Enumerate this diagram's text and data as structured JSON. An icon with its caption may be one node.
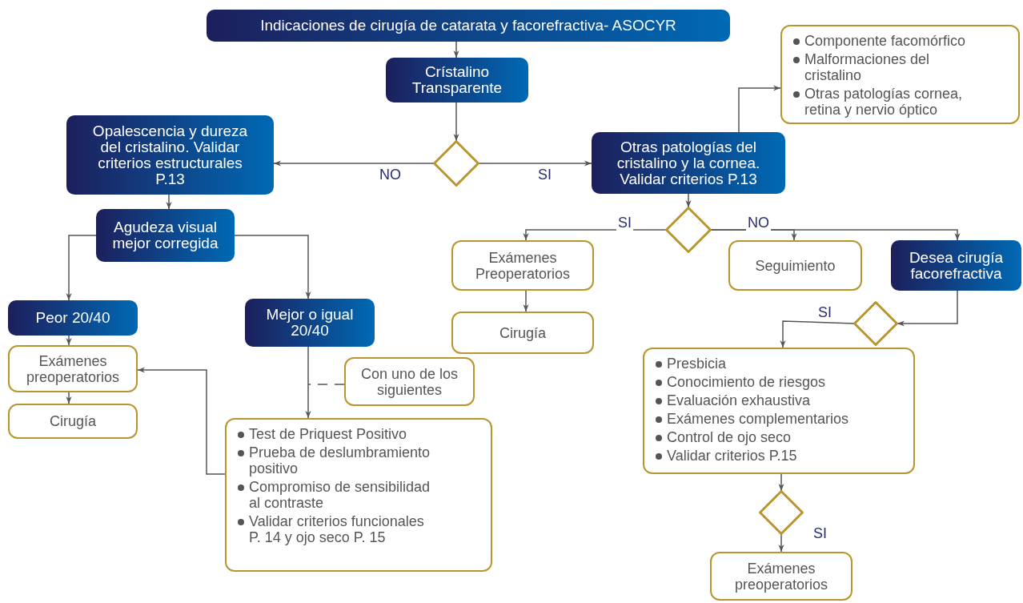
{
  "diagram": {
    "nodes": [
      {
        "text": [
          "Indicaciones de cirugía de catarata y facorefractiva- ASOCYR"
        ]
      },
      {
        "text": [
          "Crístalino Transparente"
        ]
      },
      {
        "text": [],
        "shape": "diamond"
      },
      {
        "text": [
          "Opalescencia y dureza del cristalino. Validar criterios estructurales P.13"
        ]
      },
      {
        "text": [
          "Otras patologías del cristalino y la cornea. Validar criterios P.13"
        ]
      },
      {
        "text": [
          "Componente facomórfico",
          "Malformaciones del cristalino",
          "Otras patologías cornea, retina y nervio óptico"
        ]
      },
      {
        "text": [
          "Agudeza visual mejor corregida"
        ]
      },
      {
        "text": [],
        "shape": "diamond"
      },
      {
        "text": [
          "Peor 20/40"
        ]
      },
      {
        "text": [
          "Mejor o igual 20/40"
        ]
      },
      {
        "text": [
          "Exámenes Preoperatorios"
        ]
      },
      {
        "text": [
          "Seguimiento"
        ]
      },
      {
        "text": [
          "Desea cirugía facorefractiva"
        ]
      },
      {
        "text": [
          "Exámenes preoperatorios"
        ]
      },
      {
        "text": [
          "Cirugía"
        ]
      },
      {
        "text": [
          "Con uno de los siguientes"
        ]
      },
      {
        "text": [
          "Test de Priquest Positivo",
          "Prueba de deslumbramiento positivo",
          "Compromiso de sensibilidad al contraste",
          "Validar criterios funcionales P. 14 y ojo seco P. 15"
        ]
      },
      {
        "text": [
          "Cirugía"
        ]
      },
      {
        "text": [],
        "shape": "diamond"
      },
      {
        "text": [
          "Presbicia",
          "Conocimiento de riesgos",
          "Evaluación exhaustiva",
          "Exámenes complementarios",
          "Control de ojo seco",
          "Validar criterios P.15"
        ]
      },
      {
        "text": [],
        "shape": "diamond"
      },
      {
        "text": [
          "Exámenes preoperatorios"
        ]
      }
    ],
    "edges": [
      {
        "from": 0,
        "to": 1,
        "arrow": "to"
      },
      {
        "from": 1,
        "to": 2,
        "arrow": "to"
      },
      {
        "from": 2,
        "to": 3,
        "arrow": "to",
        "label": "NO"
      },
      {
        "from": 2,
        "to": 4,
        "arrow": "to",
        "label": "SI"
      },
      {
        "from": 4,
        "to": 5,
        "arrow": "to"
      },
      {
        "from": 3,
        "to": 6,
        "arrow": "to"
      },
      {
        "from": 4,
        "to": 7,
        "arrow": "to"
      },
      {
        "from": 6,
        "to": 8,
        "arrow": "to"
      },
      {
        "from": 6,
        "to": 9,
        "arrow": "to"
      },
      {
        "from": 7,
        "to": 10,
        "arrow": "to",
        "label": "SI"
      },
      {
        "from": 7,
        "to": 11,
        "arrow": "to",
        "label": "NO"
      },
      {
        "from": 7,
        "to": 12,
        "arrow": "to"
      },
      {
        "from": 10,
        "to": 17,
        "arrow": "to"
      },
      {
        "from": 8,
        "to": 13,
        "arrow": "to"
      },
      {
        "from": 13,
        "to": 14,
        "arrow": "to"
      },
      {
        "from": 9,
        "to": 16,
        "arrow": "to"
      },
      {
        "from": 15,
        "to": null,
        "arrow": "none",
        "style": "dashed"
      },
      {
        "from": 16,
        "to": 13,
        "arrow": "to"
      },
      {
        "from": 12,
        "to": 18,
        "arrow": "to"
      },
      {
        "from": 18,
        "to": 19,
        "arrow": "to",
        "label": "SI"
      },
      {
        "from": 19,
        "to": 20,
        "arrow": "to"
      },
      {
        "from": 20,
        "to": 21,
        "arrow": "to",
        "label": "SI"
      }
    ]
  }
}
